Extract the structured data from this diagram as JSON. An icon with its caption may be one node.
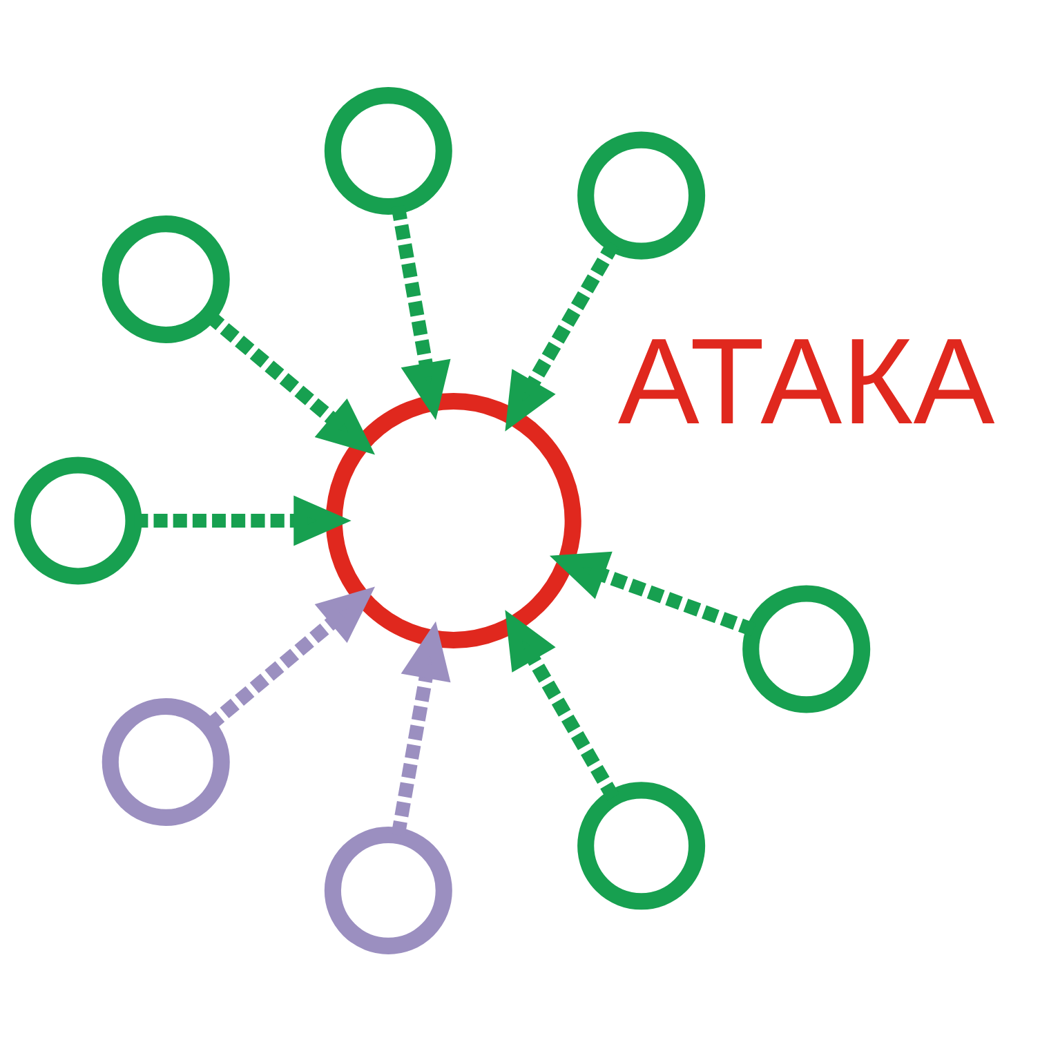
{
  "diagram": {
    "nodes": [
      {
        "text": [],
        "shape": "circle",
        "beside": [
          "АТАКА"
        ]
      },
      {
        "text": [],
        "shape": "circle"
      },
      {
        "text": [],
        "shape": "circle"
      },
      {
        "text": [],
        "shape": "circle"
      },
      {
        "text": [],
        "shape": "circle"
      },
      {
        "text": [],
        "shape": "circle"
      },
      {
        "text": [],
        "shape": "circle"
      },
      {
        "text": [],
        "shape": "circle"
      },
      {
        "text": [],
        "shape": "circle"
      }
    ],
    "edges": [
      {
        "from": 1,
        "to": 0,
        "arrow": "to",
        "style": "dashed"
      },
      {
        "from": 2,
        "to": 0,
        "arrow": "to",
        "style": "dashed"
      },
      {
        "from": 3,
        "to": 0,
        "arrow": "to",
        "style": "dashed"
      },
      {
        "from": 4,
        "to": 0,
        "arrow": "to",
        "style": "dashed"
      },
      {
        "from": 5,
        "to": 0,
        "arrow": "to",
        "style": "dashed",
        "color": "#9b8fc0"
      },
      {
        "from": 6,
        "to": 0,
        "arrow": "to",
        "style": "dashed",
        "color": "#9b8fc0"
      },
      {
        "from": 7,
        "to": 0,
        "arrow": "to",
        "style": "dashed"
      },
      {
        "from": 8,
        "to": 0,
        "arrow": "to",
        "style": "dashed"
      }
    ]
  }
}
